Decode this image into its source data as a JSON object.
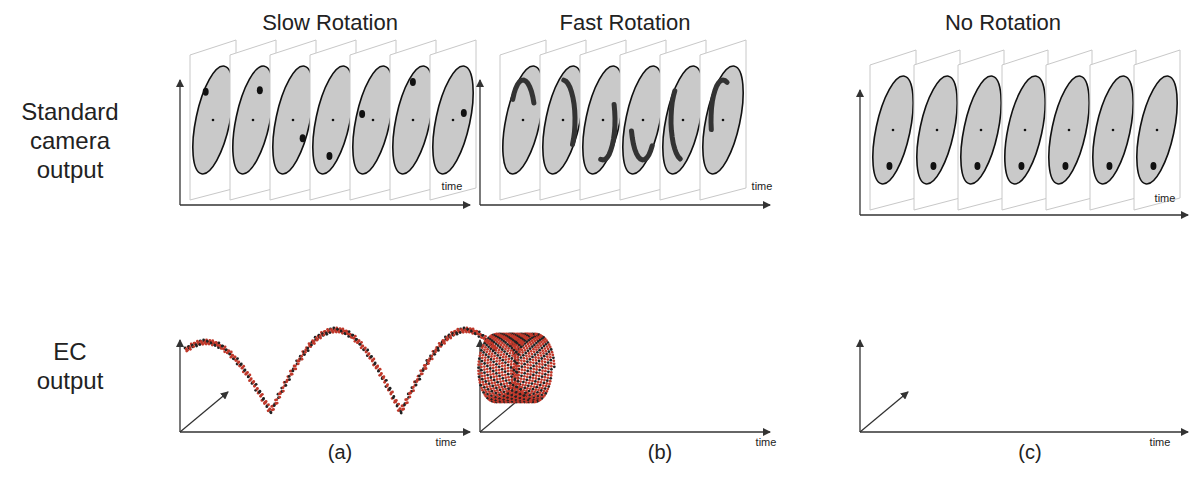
{
  "diagram": {
    "labels": [
      "Slow Rotation",
      "Fast Rotation",
      "No Rotation",
      "Standard camera output",
      "EC output",
      "time",
      "time",
      "time",
      "time",
      "time",
      "time",
      "(a)",
      "(b)",
      "(c)"
    ]
  }
}
